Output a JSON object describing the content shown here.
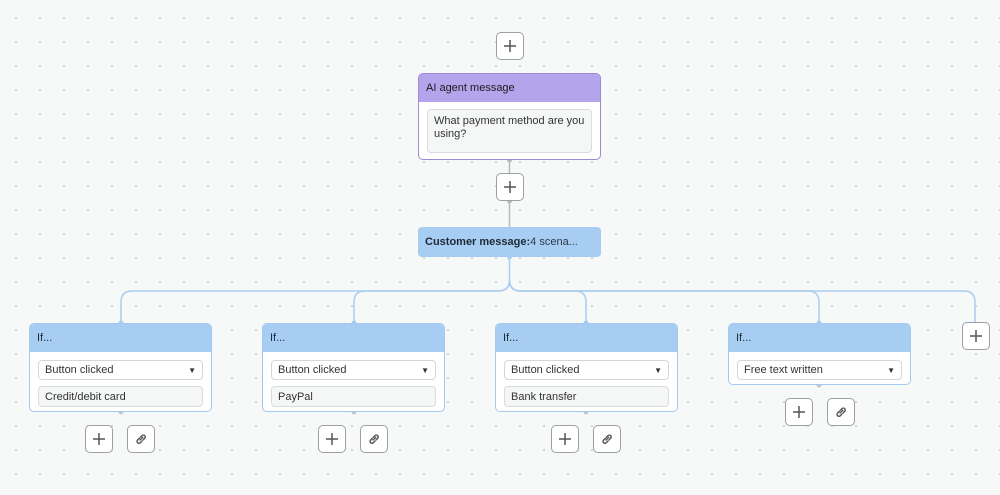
{
  "ai_message": {
    "header": "AI agent message",
    "text": "What payment method are you using?"
  },
  "customer_message": {
    "label": "Customer message:",
    "count_text": "4 scena..."
  },
  "scenarios": [
    {
      "header": "If...",
      "condition": "Button clicked",
      "value": "Credit/debit card"
    },
    {
      "header": "If...",
      "condition": "Button clicked",
      "value": "PayPal"
    },
    {
      "header": "If...",
      "condition": "Button clicked",
      "value": "Bank transfer"
    },
    {
      "header": "If...",
      "condition": "Free text written",
      "value": ""
    }
  ],
  "icons": {
    "add": "plus-icon",
    "link": "link-icon",
    "dropdown": "caret-down-icon"
  },
  "colors": {
    "ai_header": "#b3a4ec",
    "ai_border": "#9d8ad9",
    "customer_header": "#a7cdf2",
    "connector": "#a9cdf0",
    "ai_connector": "#b7b9bc"
  }
}
